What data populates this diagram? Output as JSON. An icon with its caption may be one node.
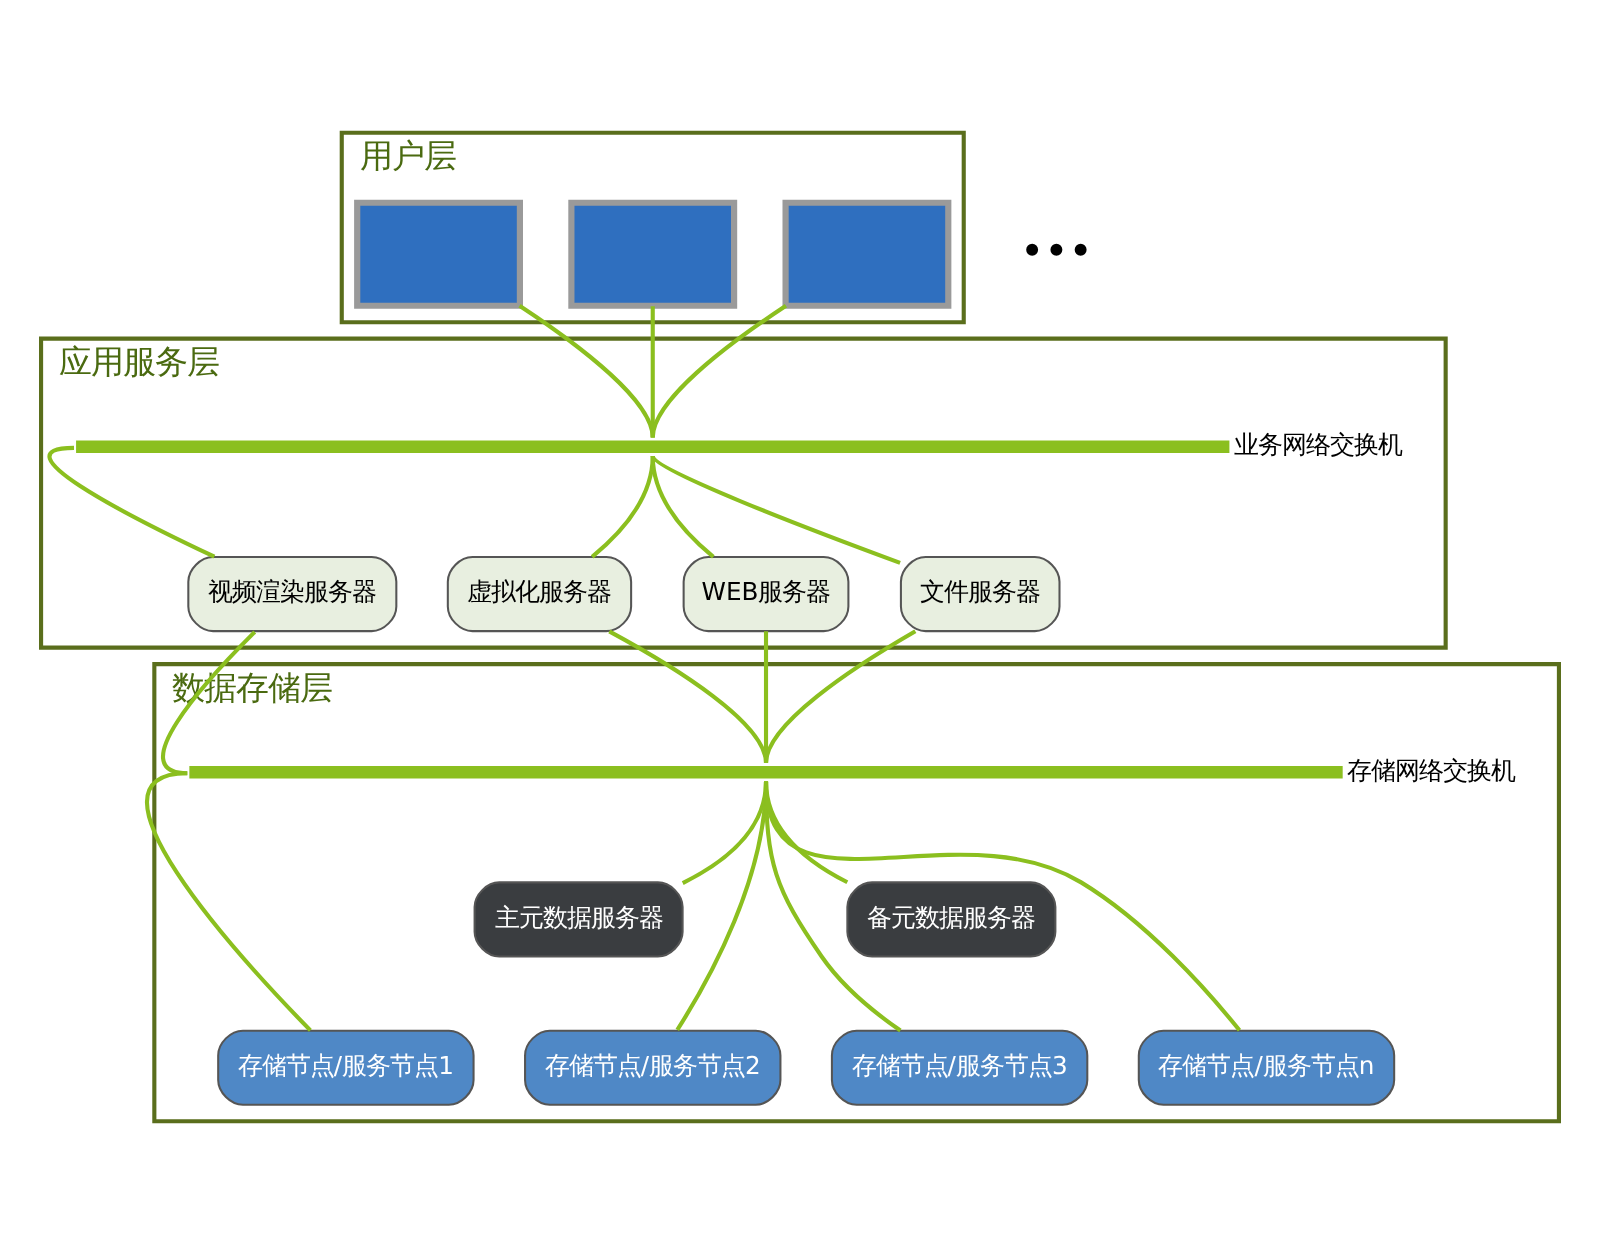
{
  "diagram": {
    "nodes": [
      {
        "text": [
          "用户层"
        ]
      },
      {
        "text": [],
        "shape": "box",
        "in": 0
      },
      {
        "text": [],
        "shape": "box",
        "in": 0
      },
      {
        "text": [],
        "shape": "box",
        "in": 0
      },
      {
        "text": [
          "应用服务层"
        ]
      },
      {
        "text": [],
        "shape": "bar",
        "beside": [
          "业务网络交换机"
        ],
        "in": 4
      },
      {
        "text": [
          "视频渲染服务器"
        ],
        "in": 4
      },
      {
        "text": [
          "虚拟化服务器"
        ],
        "in": 4
      },
      {
        "text": [
          "WEB服务器"
        ],
        "in": 4
      },
      {
        "text": [
          "文件服务器"
        ],
        "in": 4
      },
      {
        "text": [
          "数据存储层"
        ]
      },
      {
        "text": [],
        "shape": "bar",
        "beside": [
          "存储网络交换机"
        ],
        "in": 10
      },
      {
        "text": [
          "主元数据服务器"
        ],
        "in": 10
      },
      {
        "text": [
          "备元数据服务器"
        ],
        "in": 10
      },
      {
        "text": [
          "存储节点/服务节点1"
        ],
        "in": 10
      },
      {
        "text": [
          "存储节点/服务节点2"
        ],
        "in": 10
      },
      {
        "text": [
          "存储节点/服务节点3"
        ],
        "in": 10
      },
      {
        "text": [
          "存储节点/服务节点n"
        ],
        "in": 10
      }
    ],
    "edges": [
      {
        "from": 1,
        "to": 5,
        "arrow": "none"
      },
      {
        "from": 2,
        "to": 5,
        "arrow": "none"
      },
      {
        "from": 3,
        "to": 5,
        "arrow": "none"
      },
      {
        "from": 5,
        "to": 6,
        "arrow": "none"
      },
      {
        "from": 5,
        "to": 7,
        "arrow": "none"
      },
      {
        "from": 5,
        "to": 8,
        "arrow": "none"
      },
      {
        "from": 5,
        "to": 9,
        "arrow": "none"
      },
      {
        "from": 6,
        "to": 11,
        "arrow": "none"
      },
      {
        "from": 7,
        "to": 11,
        "arrow": "none"
      },
      {
        "from": 8,
        "to": 11,
        "arrow": "none"
      },
      {
        "from": 9,
        "to": 11,
        "arrow": "none"
      },
      {
        "from": 11,
        "to": 14,
        "arrow": "none"
      },
      {
        "from": 11,
        "to": 12,
        "arrow": "none"
      },
      {
        "from": 11,
        "to": 15,
        "arrow": "none"
      },
      {
        "from": 11,
        "to": 16,
        "arrow": "none"
      },
      {
        "from": 11,
        "to": 13,
        "arrow": "none"
      },
      {
        "from": 11,
        "to": 17,
        "arrow": "none"
      }
    ],
    "labels": [
      "•••"
    ]
  }
}
